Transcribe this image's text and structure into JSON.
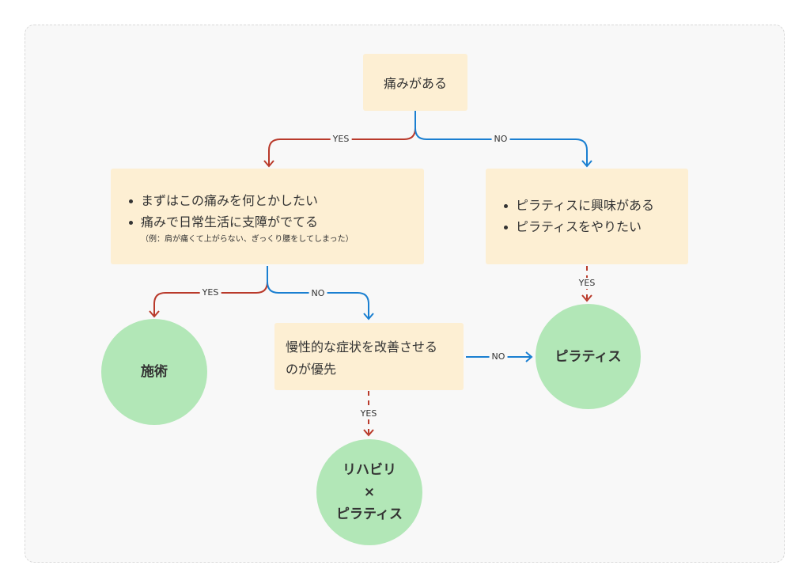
{
  "colors": {
    "yes": "#b93a2b",
    "no": "#1a7fd1",
    "box": "#fdefd3",
    "circle": "#b2e7b7"
  },
  "nodes": {
    "start": "痛みがある",
    "cond_left": {
      "items": [
        "まずはこの痛みを何とかしたい",
        "痛みで日常生活に支障がでてる"
      ],
      "note": "（例：肩が痛くて上がらない、ぎっくり腰をしてしまった）"
    },
    "cond_right": {
      "items": [
        "ピラティスに興味がある",
        "ピラティスをやりたい"
      ]
    },
    "cond_mid": "慢性的な症状を改善させるのが優先",
    "res_treatment": "施術",
    "res_pilates": "ピラティス",
    "res_rehab": {
      "line1": "リハビリ",
      "line2": "×",
      "line3": "ピラティス"
    }
  },
  "labels": {
    "yes": "YES",
    "no": "NO"
  }
}
